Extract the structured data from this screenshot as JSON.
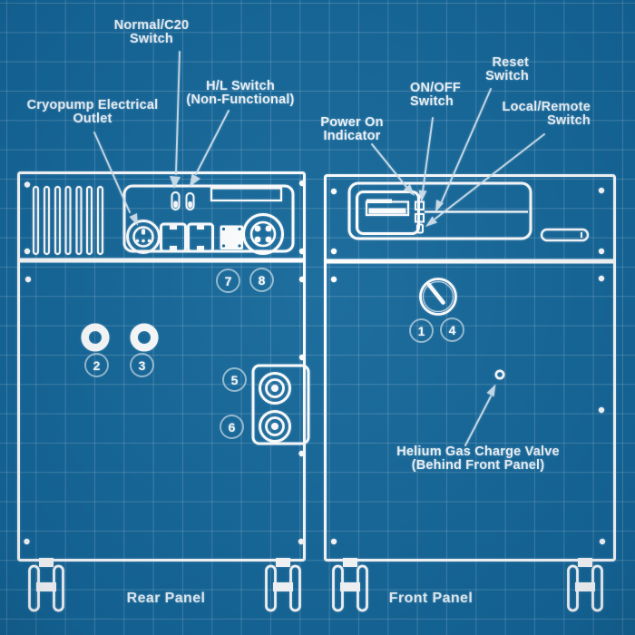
{
  "callouts": {
    "normal_c20": {
      "line1": "Normal/C20",
      "line2": "Switch"
    },
    "hl_switch": {
      "line1": "H/L Switch",
      "line2": "(Non-Functional)"
    },
    "cryopump": {
      "line1": "Cryopump Electrical",
      "line2": "Outlet"
    },
    "power_on": {
      "line1": "Power On",
      "line2": "Indicator"
    },
    "on_off": {
      "line1": "ON/OFF",
      "line2": "Switch"
    },
    "reset": {
      "line1": "Reset",
      "line2": "Switch"
    },
    "local_remote": {
      "line1": "Local/Remote",
      "line2": "Switch"
    },
    "helium_valve": {
      "line1": "Helium Gas Charge Valve",
      "line2": "(Behind Front Panel)"
    }
  },
  "captions": {
    "rear_panel": "Rear Panel",
    "front_panel": "Front Panel"
  },
  "item_numbers": {
    "n1": "1",
    "n2": "2",
    "n3": "3",
    "n4": "4",
    "n5": "5",
    "n6": "6",
    "n7": "7",
    "n8": "8"
  },
  "colors": {
    "background": "#15689a",
    "line-art": "#ffffff",
    "arrow": "#d7e7f1",
    "grid": "#cfe3ee"
  }
}
